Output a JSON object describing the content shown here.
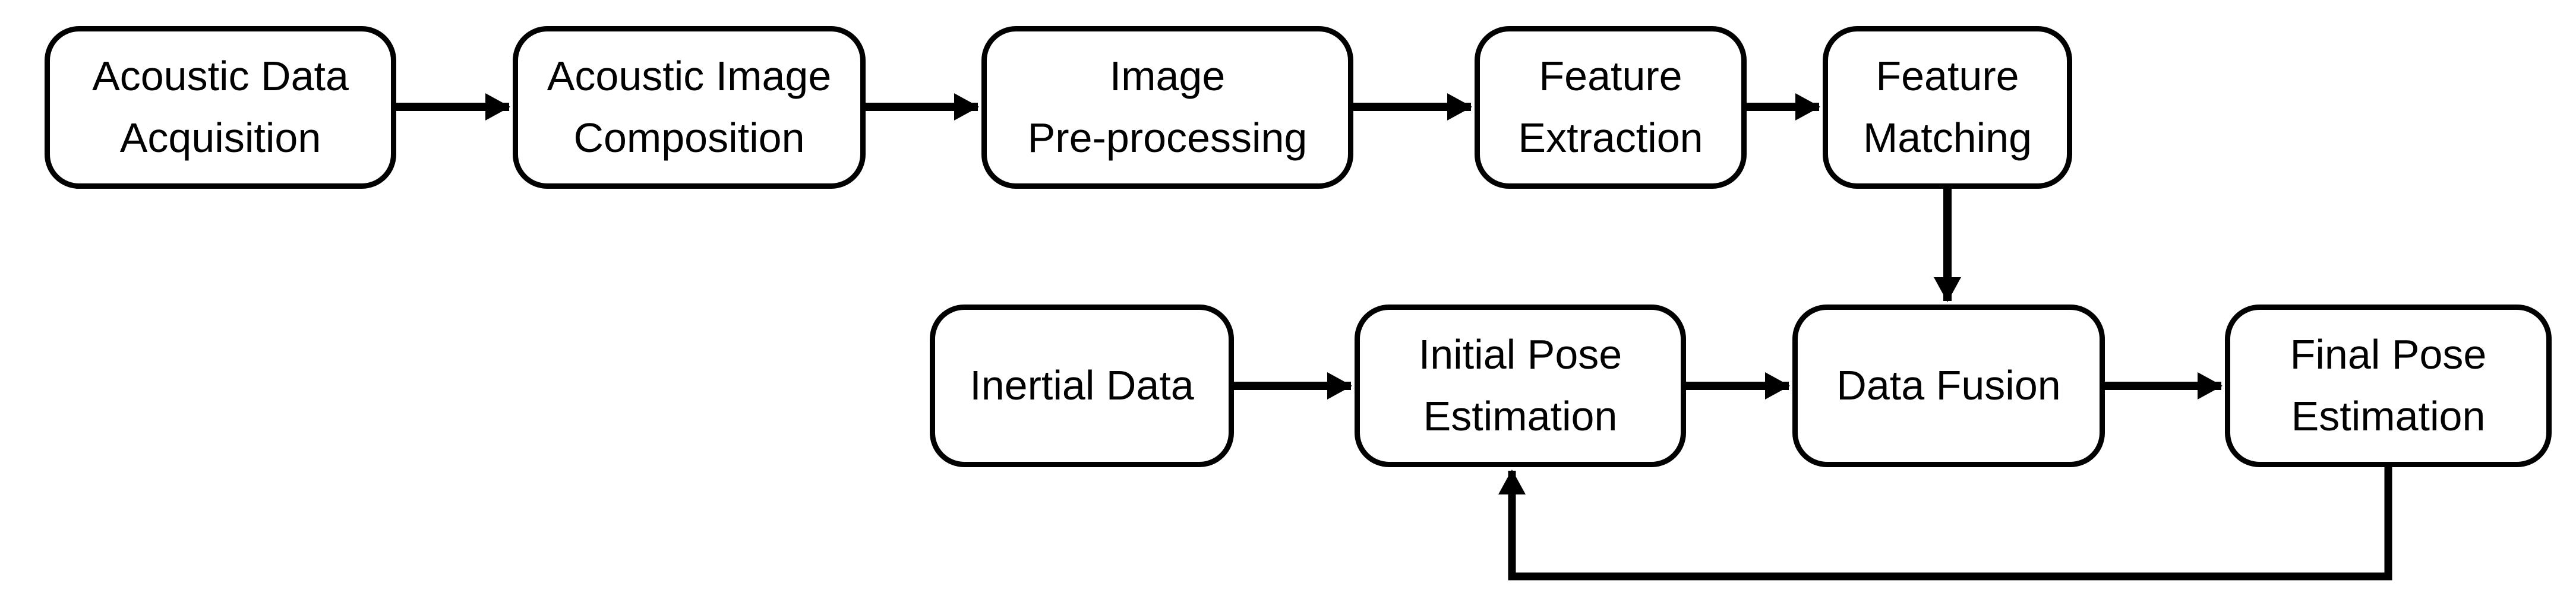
{
  "diagram": {
    "background_color": "#ffffff",
    "line_color": "#000000",
    "nodes": [
      {
        "id": "acoustic-data-acquisition",
        "label": "Acoustic Data\nAcquisition"
      },
      {
        "id": "acoustic-image-composition",
        "label": "Acoustic Image\nComposition"
      },
      {
        "id": "image-pre-processing",
        "label": "Image\nPre-processing"
      },
      {
        "id": "feature-extraction",
        "label": "Feature\nExtraction"
      },
      {
        "id": "feature-matching",
        "label": "Feature\nMatching"
      },
      {
        "id": "inertial-data",
        "label": "Inertial Data"
      },
      {
        "id": "initial-pose-estimation",
        "label": "Initial Pose\nEstimation"
      },
      {
        "id": "data-fusion",
        "label": "Data Fusion"
      },
      {
        "id": "final-pose-estimation",
        "label": "Final Pose\nEstimation"
      }
    ],
    "edges": [
      {
        "from": "acoustic-data-acquisition",
        "to": "acoustic-image-composition",
        "type": "forward"
      },
      {
        "from": "acoustic-image-composition",
        "to": "image-pre-processing",
        "type": "forward"
      },
      {
        "from": "image-pre-processing",
        "to": "feature-extraction",
        "type": "forward"
      },
      {
        "from": "feature-extraction",
        "to": "feature-matching",
        "type": "forward"
      },
      {
        "from": "feature-matching",
        "to": "data-fusion",
        "type": "forward-down"
      },
      {
        "from": "inertial-data",
        "to": "initial-pose-estimation",
        "type": "forward"
      },
      {
        "from": "initial-pose-estimation",
        "to": "data-fusion",
        "type": "forward"
      },
      {
        "from": "data-fusion",
        "to": "final-pose-estimation",
        "type": "forward"
      },
      {
        "from": "final-pose-estimation",
        "to": "initial-pose-estimation",
        "type": "feedback-loop"
      }
    ]
  }
}
